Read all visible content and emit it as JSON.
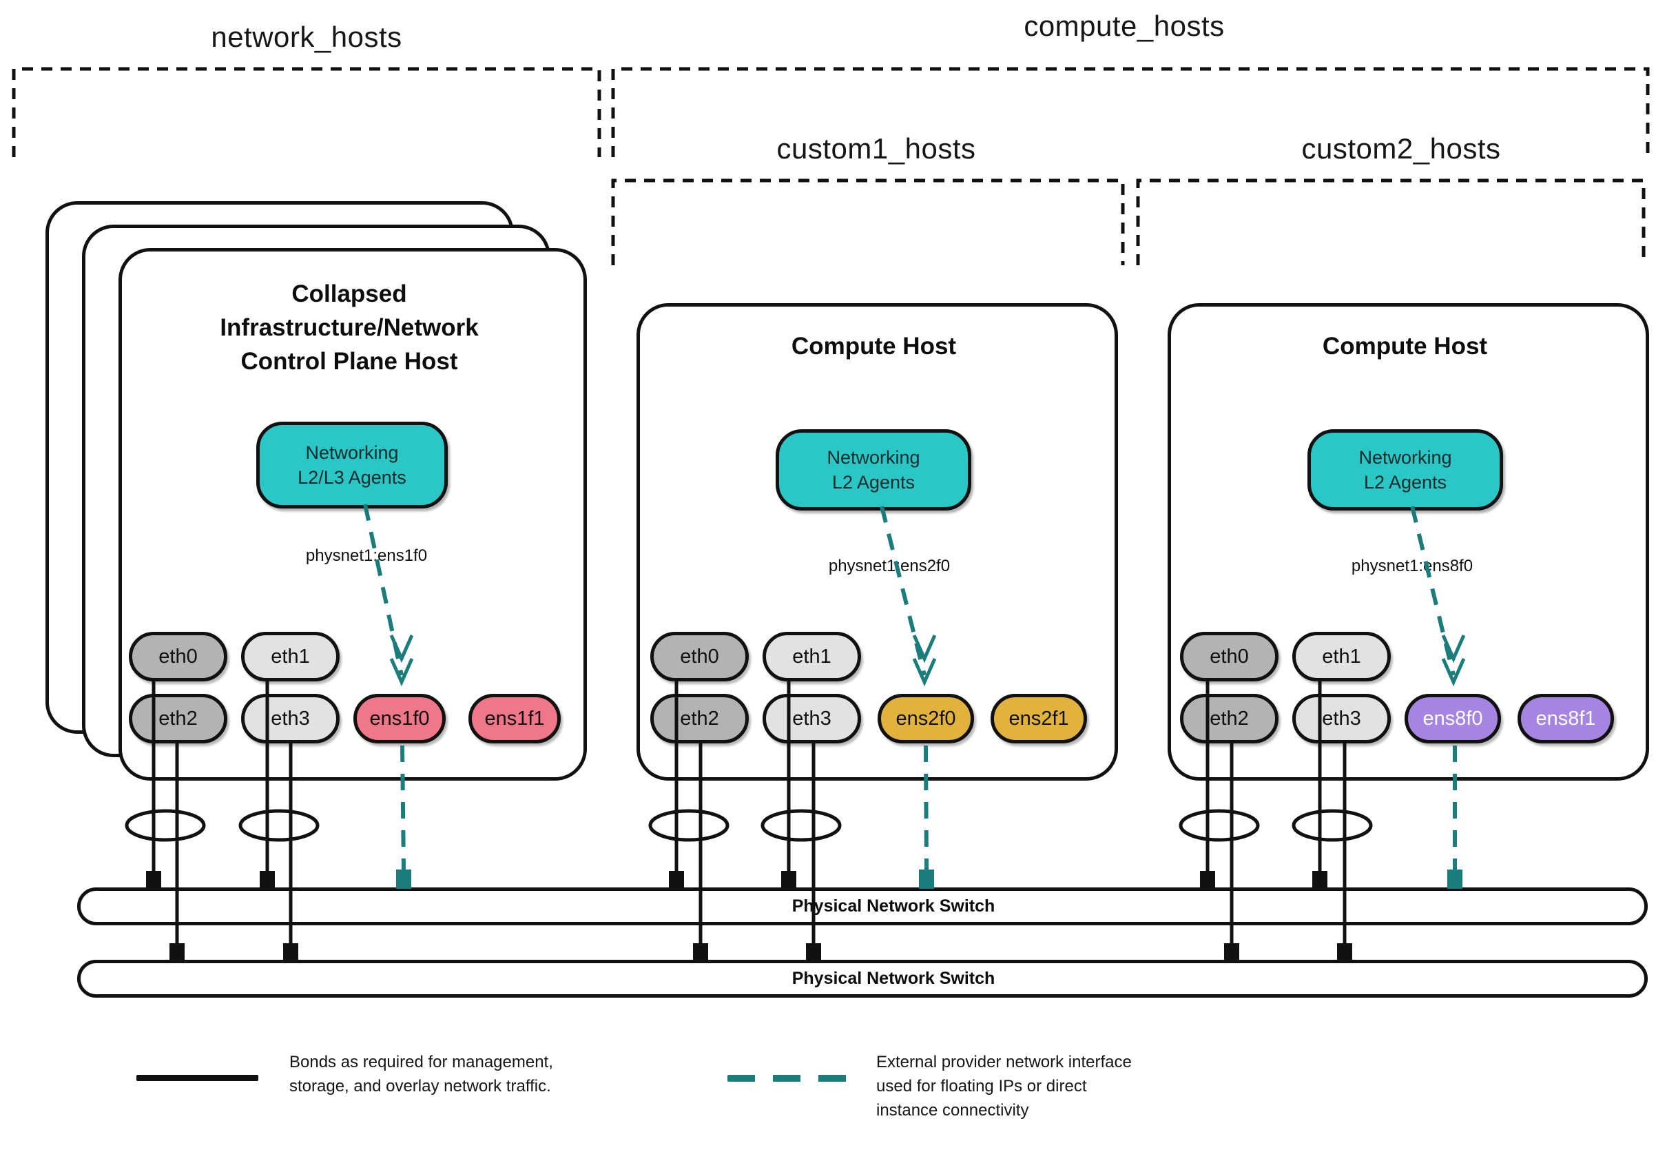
{
  "groups": {
    "network": "network_hosts",
    "compute": "compute_hosts",
    "custom1": "custom1_hosts",
    "custom2": "custom2_hosts"
  },
  "hosts": [
    {
      "title": "Collapsed\nInfrastructure/Network\nControl Plane Host",
      "agents_label": "Networking\nL2/L3 Agents",
      "physnet_label": "physnet1:ens1f0",
      "nics": [
        {
          "label": "eth0"
        },
        {
          "label": "eth1"
        },
        {
          "label": "eth2"
        },
        {
          "label": "eth3"
        },
        {
          "label": "ens1f0"
        },
        {
          "label": "ens1f1"
        }
      ]
    },
    {
      "title": "Compute Host",
      "agents_label": "Networking\nL2 Agents",
      "physnet_label": "physnet1:ens2f0",
      "nics": [
        {
          "label": "eth0"
        },
        {
          "label": "eth1"
        },
        {
          "label": "eth2"
        },
        {
          "label": "eth3"
        },
        {
          "label": "ens2f0"
        },
        {
          "label": "ens2f1"
        }
      ]
    },
    {
      "title": "Compute Host",
      "agents_label": "Networking\nL2 Agents",
      "physnet_label": "physnet1:ens8f0",
      "nics": [
        {
          "label": "eth0"
        },
        {
          "label": "eth1"
        },
        {
          "label": "eth2"
        },
        {
          "label": "eth3"
        },
        {
          "label": "ens8f0"
        },
        {
          "label": "ens8f1"
        }
      ]
    }
  ],
  "switches": [
    {
      "label": "Physical Network Switch"
    },
    {
      "label": "Physical Network Switch"
    }
  ],
  "legend": [
    {
      "swatch": "black-solid-line",
      "text": "Bonds as required for management,\nstorage, and overlay network traffic."
    },
    {
      "swatch": "teal-dashed-line",
      "text": "External provider network interface\nused for floating IPs or direct\ninstance connectivity"
    }
  ],
  "colors": {
    "line_black": "#111111",
    "teal_agents": "#2bc6c6",
    "teal_dashed": "#1b7c7c",
    "nic_gray_dark": "#b3b3b3",
    "nic_gray_light": "#e2e2e2",
    "nic_pink": "#ef7788",
    "nic_gold": "#e2b33c",
    "nic_purple": "#a685e2"
  }
}
